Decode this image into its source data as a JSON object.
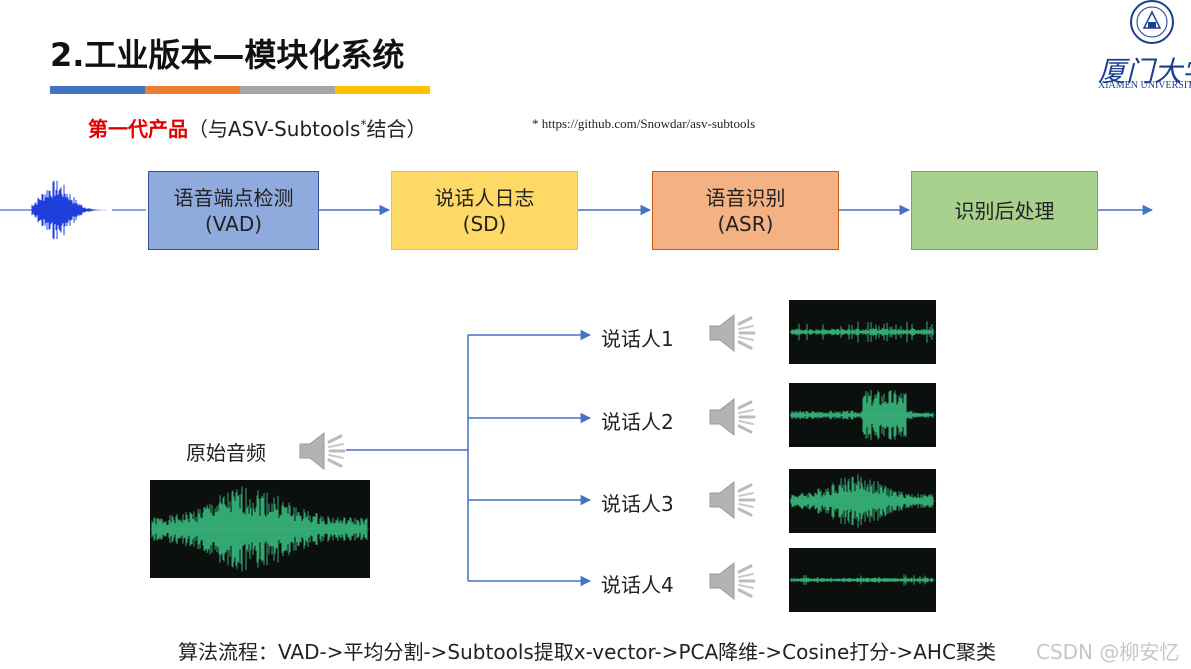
{
  "title": "2.工业版本—模块化系统",
  "title_bar_colors": [
    "#4472c4",
    "#ed7d31",
    "#a5a5a5",
    "#ffc000"
  ],
  "subtitle_red": "第一代产品",
  "subtitle_rest": "（与ASV-Subtools",
  "subtitle_sup": "*",
  "subtitle_end": "结合）",
  "footnote": "* https://github.com/Snowdar/asv-subtools",
  "pipeline": [
    {
      "line1": "语音端点检测",
      "line2": "(VAD)",
      "fill": "#8faadc",
      "border": "#2f5597"
    },
    {
      "line1": "说话人日志",
      "line2": "(SD)",
      "fill": "#ffd966",
      "border": "#f4b183"
    },
    {
      "line1": "语音识别",
      "line2": "(ASR)",
      "fill": "#f4b183",
      "border": "#c55a11"
    },
    {
      "line1": "识别后处理",
      "line2": "",
      "fill": "#a9d18e",
      "border": "#70ad47"
    }
  ],
  "source_label": "原始音频",
  "speakers": [
    "说话人1",
    "说话人2",
    "说话人3",
    "说话人4"
  ],
  "waveform_color": "#3ecf8e",
  "input_wave_color": "#1f3fdc",
  "arrow_color": "#4472c4",
  "bottom_text": "算法流程：VAD->平均分割->Subtools提取x-vector->PCA降维->Cosine打分->AHC聚类",
  "watermark": "CSDN @柳安忆",
  "logo": {
    "name_cn": "厦门大学",
    "name_en": "XIAMEN UNIVERSITY"
  }
}
